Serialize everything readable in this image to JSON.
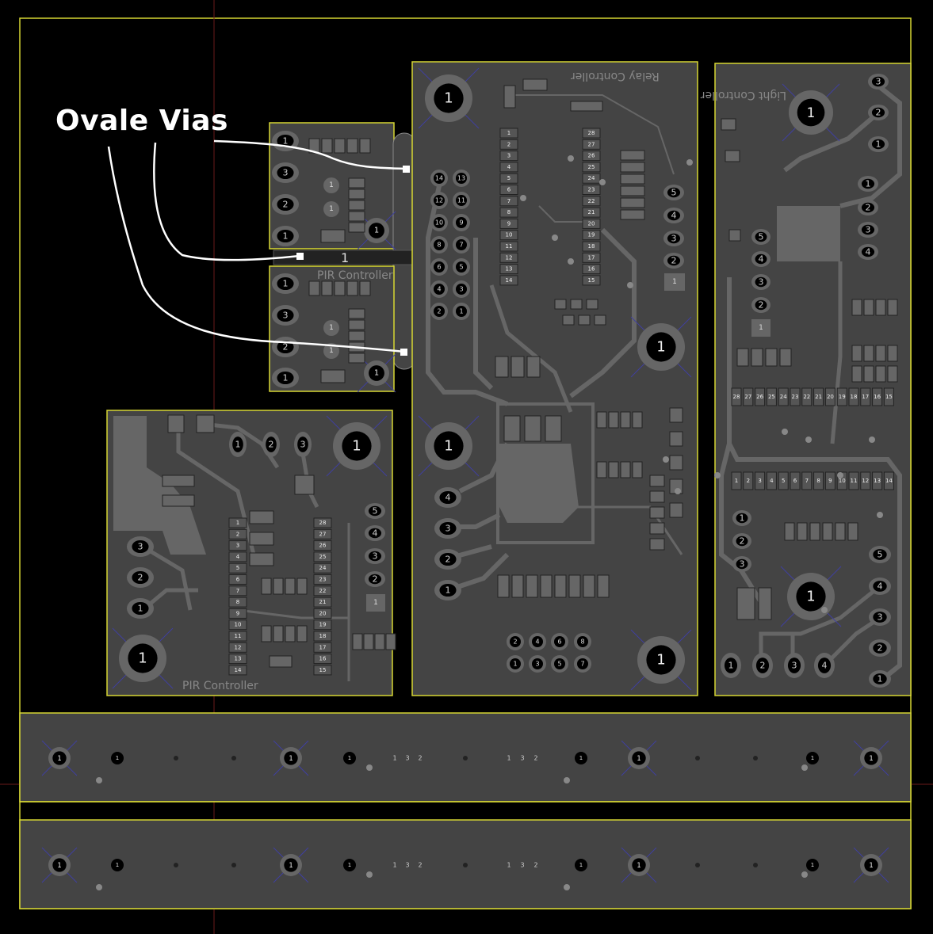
{
  "annotation": {
    "label": "Ovale Vias"
  },
  "boards": {
    "relay": {
      "silk": "Relay Controller"
    },
    "light": {
      "silk": "Light Controller"
    },
    "pir": {
      "silk": "PIR Controller"
    },
    "small_top": {
      "silk": "1"
    }
  },
  "labels": {
    "mount": "1",
    "pin1": "1",
    "pin2": "2",
    "pin3": "3",
    "pin4": "4",
    "pin5": "5",
    "pin6": "6",
    "pin7": "7",
    "pin8": "8",
    "pin9": "9",
    "pin10": "10",
    "pin11": "11",
    "pin12": "12",
    "pin13": "13",
    "pin14": "14"
  },
  "ic_left_pins": [
    "1",
    "2",
    "3",
    "4",
    "5",
    "6",
    "7",
    "8",
    "9",
    "10",
    "11",
    "12",
    "13",
    "14"
  ],
  "ic_right_pins": [
    "28",
    "27",
    "26",
    "25",
    "24",
    "23",
    "22",
    "21",
    "20",
    "19",
    "18",
    "17",
    "16",
    "15"
  ],
  "light_header_pins": [
    "28",
    "27",
    "26",
    "25",
    "24",
    "23",
    "22",
    "21",
    "20",
    "19",
    "18",
    "17",
    "16",
    "15"
  ],
  "light_header_pins_b": [
    "1",
    "2",
    "3",
    "4",
    "5",
    "6",
    "7",
    "8",
    "9",
    "10",
    "11",
    "12",
    "13",
    "14"
  ],
  "colors": {
    "board_fill": "#444444",
    "copper": "#666666",
    "edge": "#d6d633",
    "pad_black": "#000000",
    "silk_text": "#cfcfcf",
    "annotation": "#ffffff"
  }
}
